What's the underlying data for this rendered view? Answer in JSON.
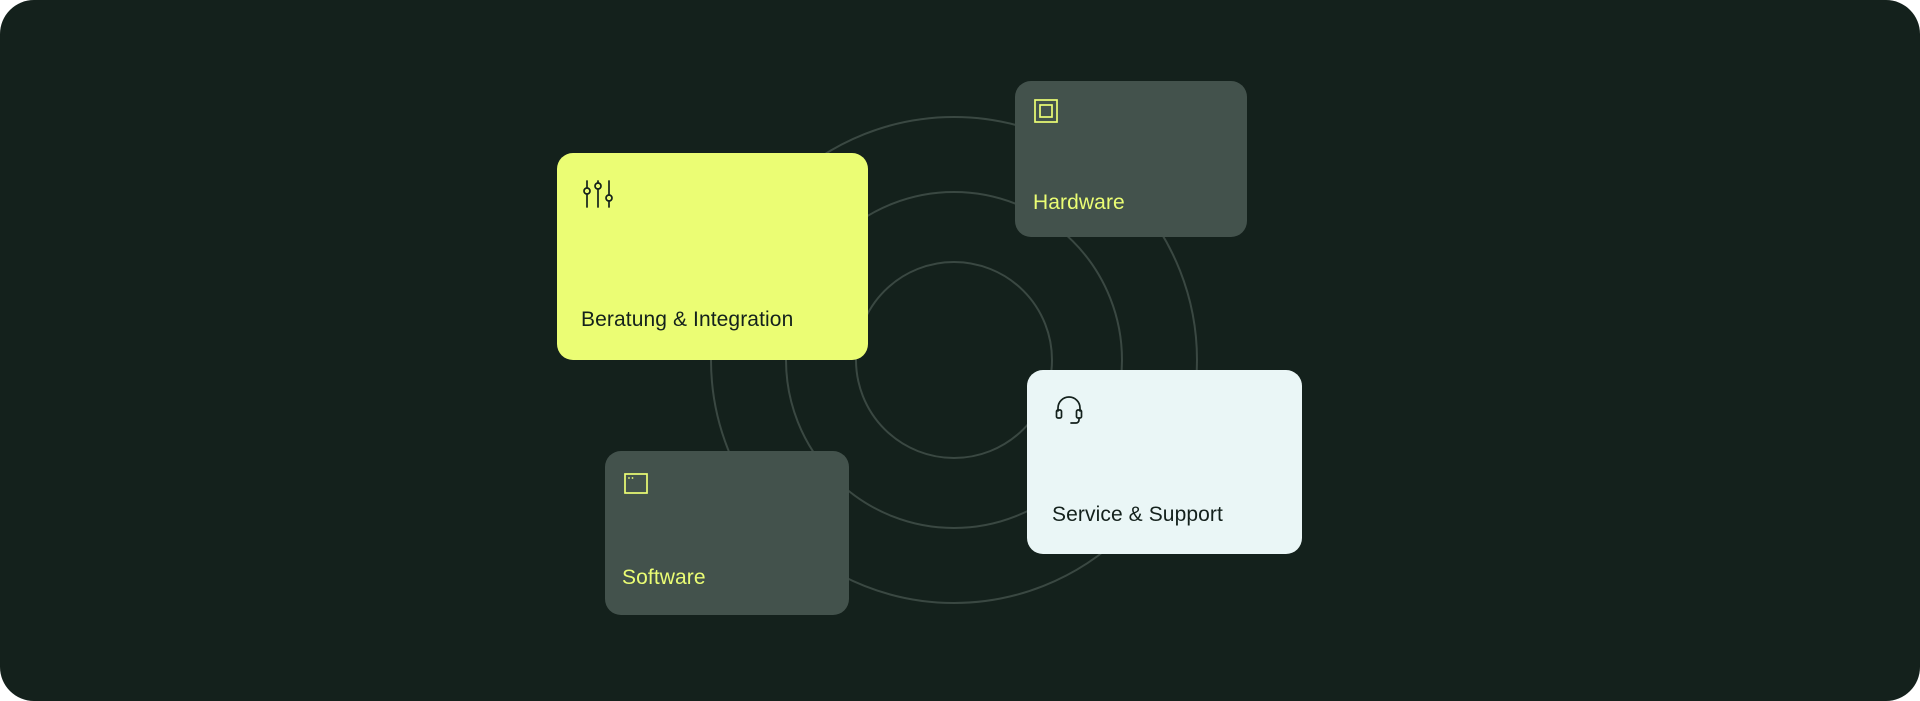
{
  "colors": {
    "background": "#14211c",
    "ring": "#3a4842",
    "accent": "#ebfd74",
    "card_dark": "#43524c",
    "card_light": "#eaf6f6",
    "text_dark": "#14211c"
  },
  "cards": [
    {
      "id": "beratung",
      "label": "Beratung & Integration",
      "icon": "sliders-icon",
      "variant": "accent"
    },
    {
      "id": "hardware",
      "label": "Hardware",
      "icon": "chip-icon",
      "variant": "dark"
    },
    {
      "id": "service",
      "label": "Service & Support",
      "icon": "headset-icon",
      "variant": "light"
    },
    {
      "id": "software",
      "label": "Software",
      "icon": "app-window-icon",
      "variant": "dark"
    }
  ]
}
